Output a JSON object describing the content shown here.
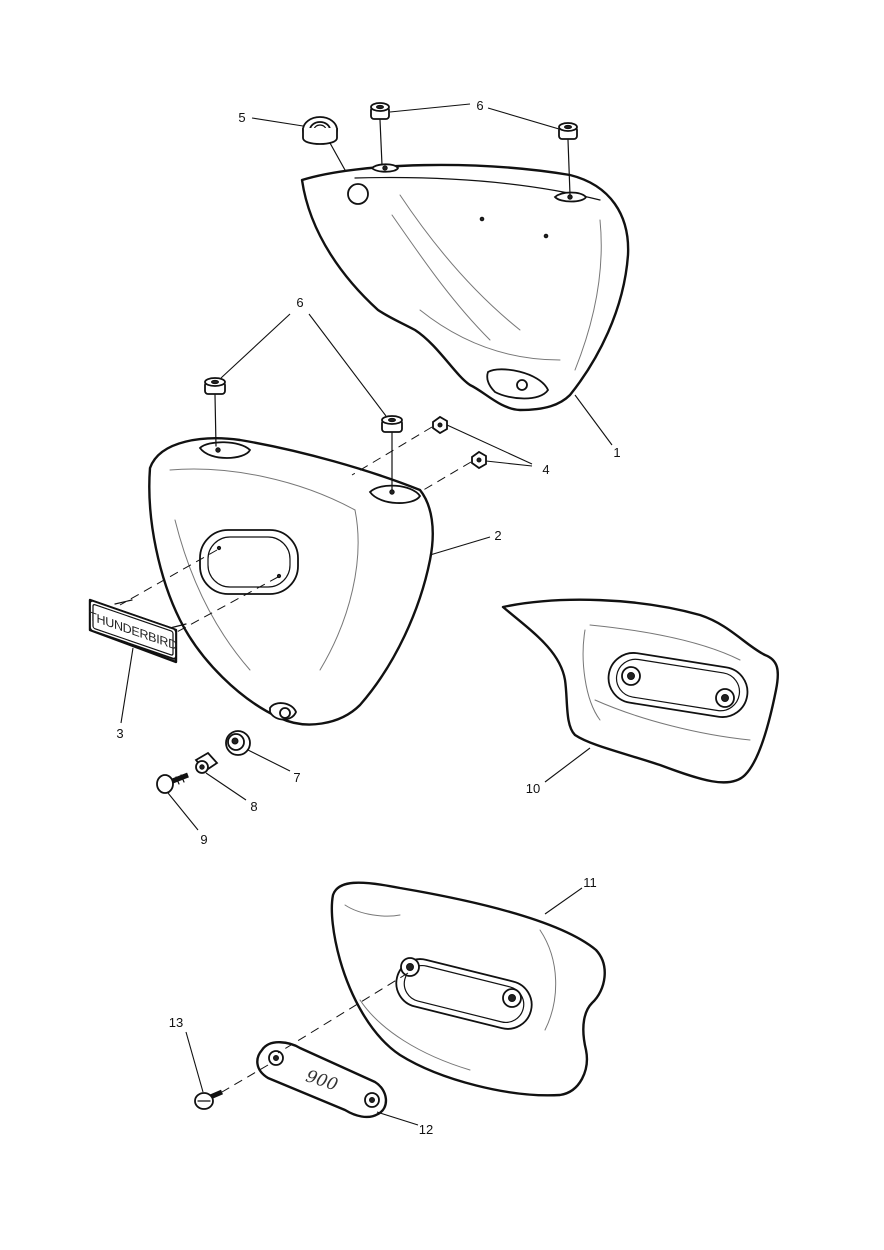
{
  "callouts": {
    "c1": "1",
    "c2": "2",
    "c3": "3",
    "c4": "4",
    "c5": "5",
    "c6a": "6",
    "c6b": "6",
    "c7": "7",
    "c8": "8",
    "c9": "9",
    "c10": "10",
    "c11": "11",
    "c12": "12",
    "c13": "13"
  },
  "badges": {
    "thunderbird": "THUNDERBIRD",
    "plate": "900"
  }
}
